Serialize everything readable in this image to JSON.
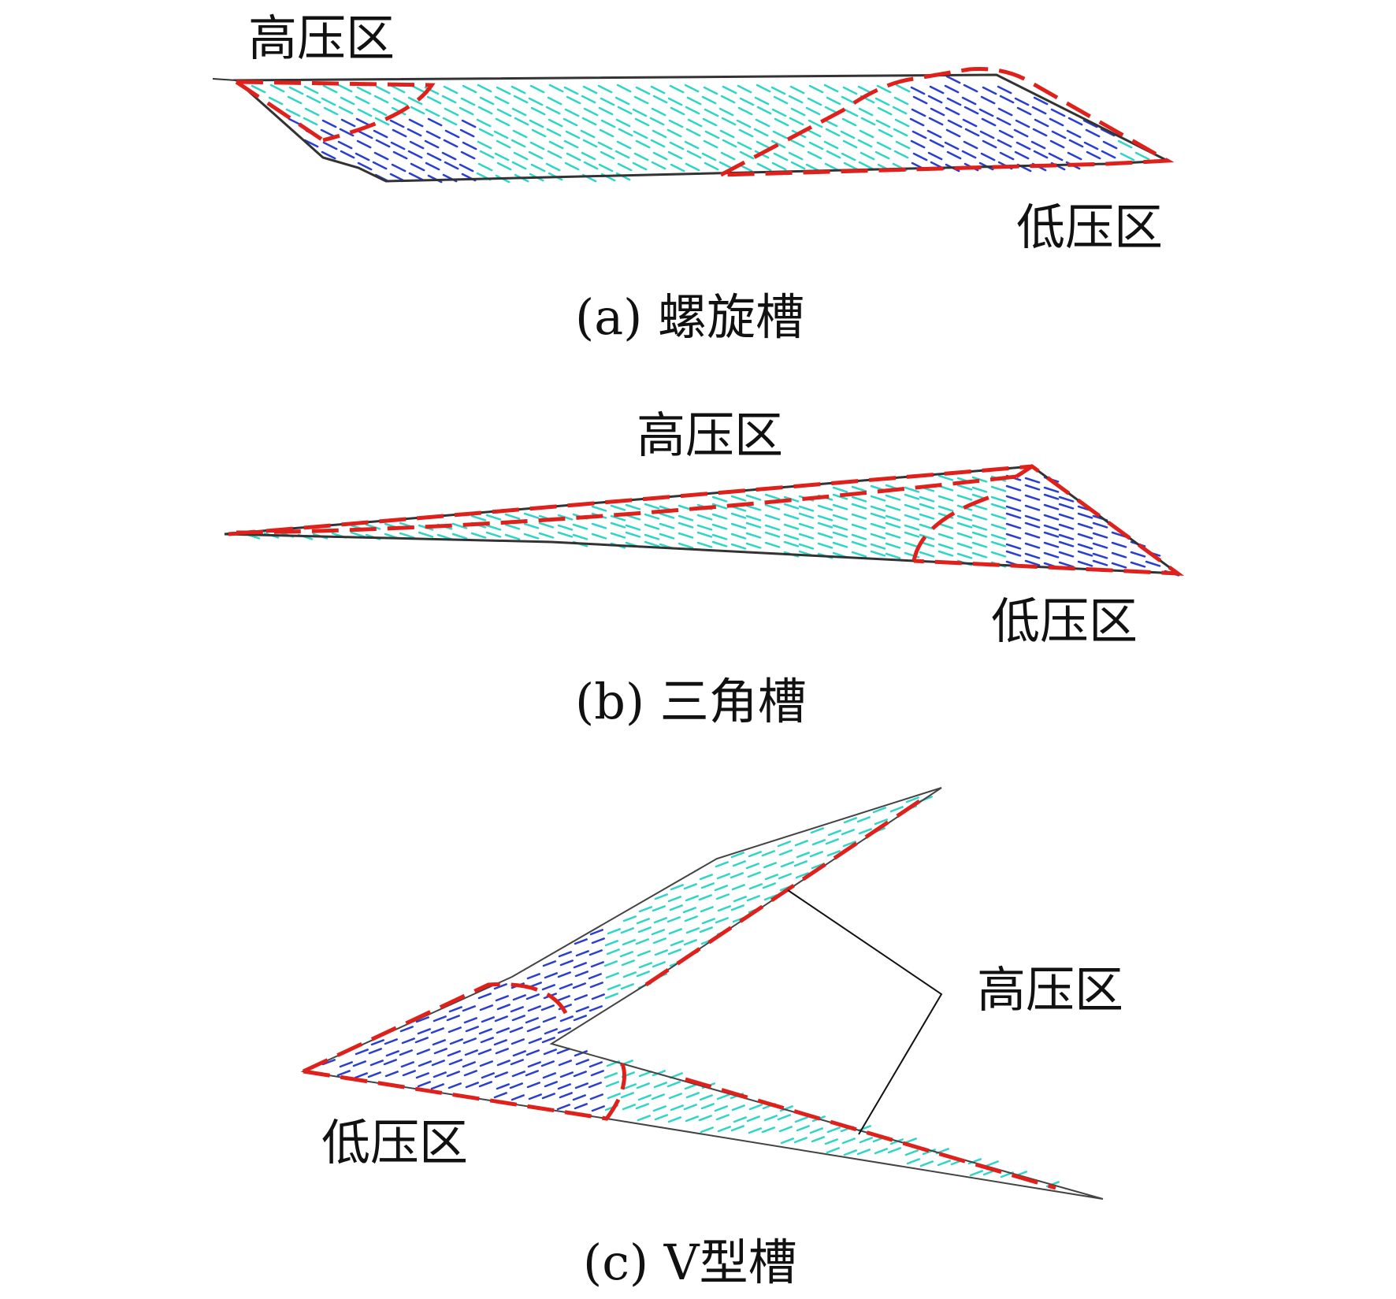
{
  "figure": {
    "panels": [
      {
        "id": "a",
        "caption": "(a) 螺旋槽",
        "high_pressure_label": "高压区",
        "low_pressure_label": "低压区"
      },
      {
        "id": "b",
        "caption": "(b) 三角槽",
        "high_pressure_label": "高压区",
        "low_pressure_label": "低压区"
      },
      {
        "id": "c",
        "caption": "(c) V型槽",
        "high_pressure_label": "高压区",
        "low_pressure_label": "低压区"
      }
    ],
    "colors": {
      "boundary_dashed": "#e0201b",
      "outline": "#333333",
      "vector_light": "#2fd6c8",
      "vector_dark": "#2a3fd0",
      "leader_line": "#111111"
    }
  }
}
